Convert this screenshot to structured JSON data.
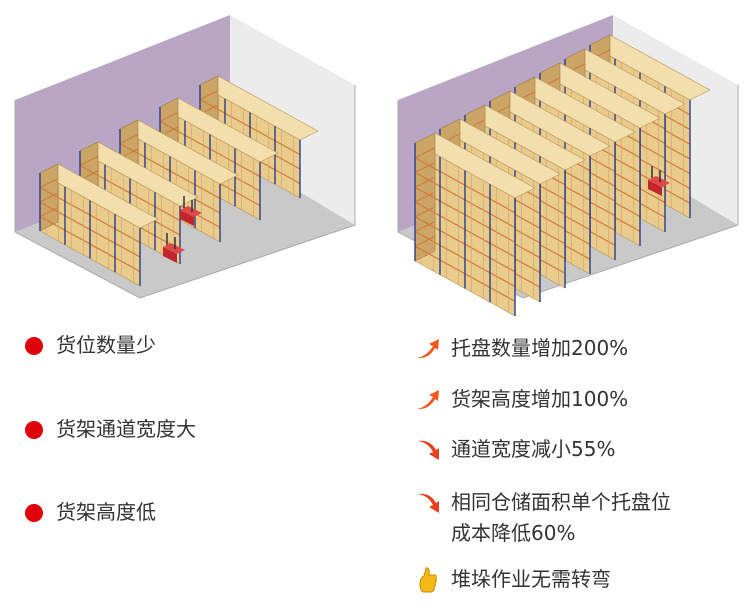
{
  "left_panel": {
    "points": [
      {
        "text": "货位数量少"
      },
      {
        "text": "货架通道宽度大"
      },
      {
        "text": "货架高度低"
      }
    ]
  },
  "right_panel": {
    "points": [
      {
        "icon": "arrow-up-icon",
        "text": "托盘数量增加200%"
      },
      {
        "icon": "arrow-up-icon",
        "text": "货架高度增加100%"
      },
      {
        "icon": "arrow-down-icon",
        "text": "通道宽度减小55%"
      },
      {
        "icon": "arrow-down-icon",
        "text": "相同仓储面积单个托盘位",
        "text2": "成本降低60%"
      },
      {
        "icon": "thumbs-up-icon",
        "text": "堆垛作业无需转弯"
      }
    ]
  },
  "colors": {
    "bullet": "#e0000b",
    "wall": "#b9a6c4",
    "floor": "#c9c9c9",
    "box": "#e9cb8c",
    "upright": "#2a3d8f"
  }
}
